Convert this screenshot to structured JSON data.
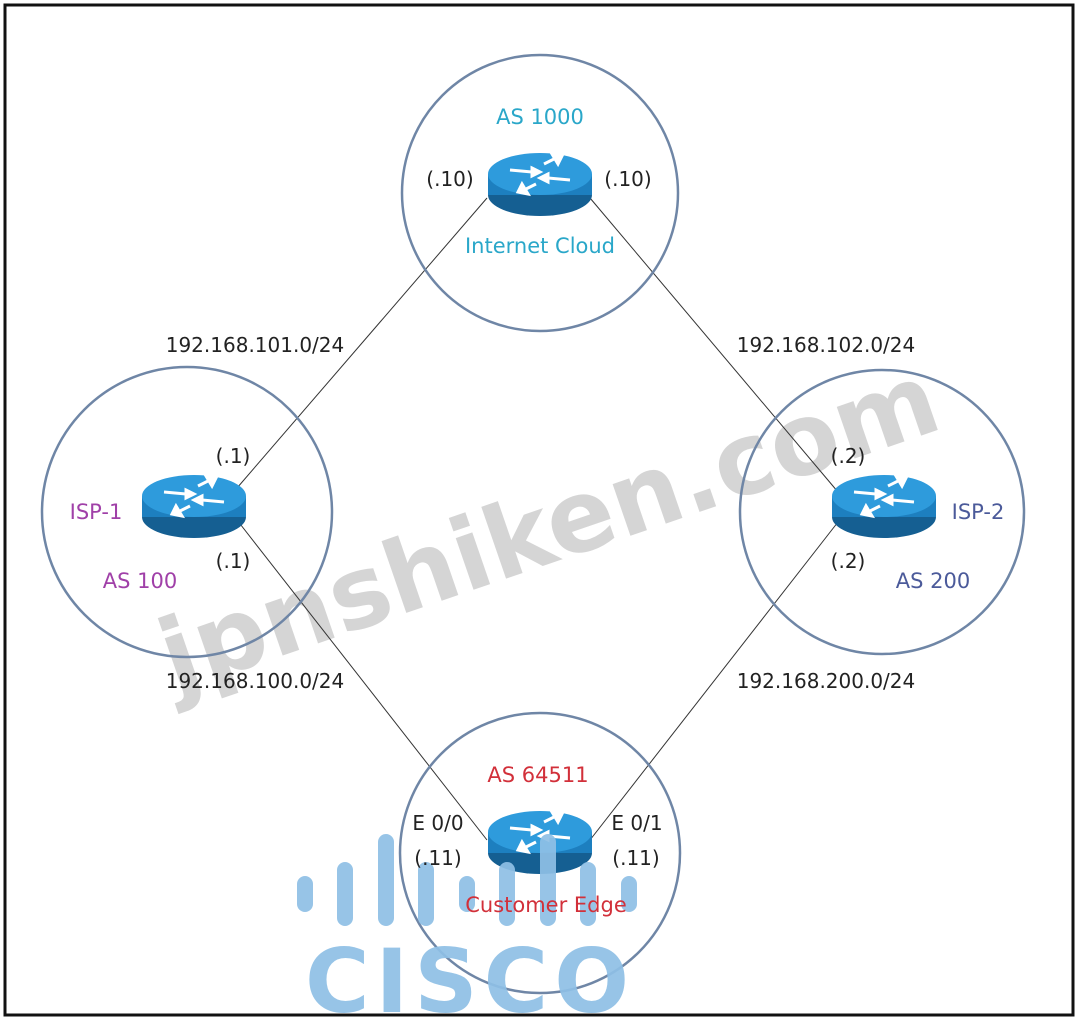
{
  "colors": {
    "frame": "#111111",
    "circle": "#6f86a6",
    "router_body": "#1d7fbf",
    "router_top": "#2e9bdc",
    "internet": "#2aa7c9",
    "isp1": "#a040a8",
    "isp2": "#4b5a9a",
    "customer": "#d2303a",
    "watermark": "#c8c8c8",
    "logo": "#8fc0e6"
  },
  "nodes": {
    "internet": {
      "as": "AS 1000",
      "name": "Internet Cloud",
      "left_ip": "(.10)",
      "right_ip": "(.10)"
    },
    "isp1": {
      "name": "ISP-1",
      "as": "AS 100",
      "top_ip": "(.1)",
      "bottom_ip": "(.1)"
    },
    "isp2": {
      "name": "ISP-2",
      "as": "AS 200",
      "top_ip": "(.2)",
      "bottom_ip": "(.2)"
    },
    "customer": {
      "as": "AS 64511",
      "name": "Customer Edge",
      "left_if": "E 0/0",
      "left_ip": "(.11)",
      "right_if": "E 0/1",
      "right_ip": "(.11)"
    }
  },
  "links": {
    "isp1_internet": "192.168.101.0/24",
    "internet_isp2": "192.168.102.0/24",
    "isp1_customer": "192.168.100.0/24",
    "isp2_customer": "192.168.200.0/24"
  },
  "watermark": "jpnshiken.com",
  "logo": "CISCO"
}
